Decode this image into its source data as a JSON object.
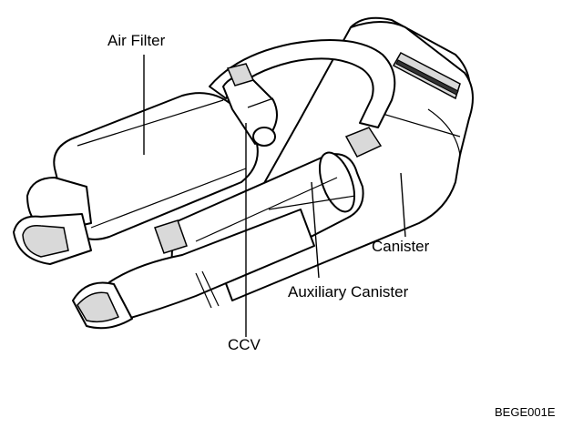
{
  "labels": {
    "air_filter": "Air Filter",
    "ccv": "CCV",
    "canister": "Canister",
    "auxiliary_canister": "Auxiliary Canister"
  },
  "figure_code": "BEGE001E"
}
